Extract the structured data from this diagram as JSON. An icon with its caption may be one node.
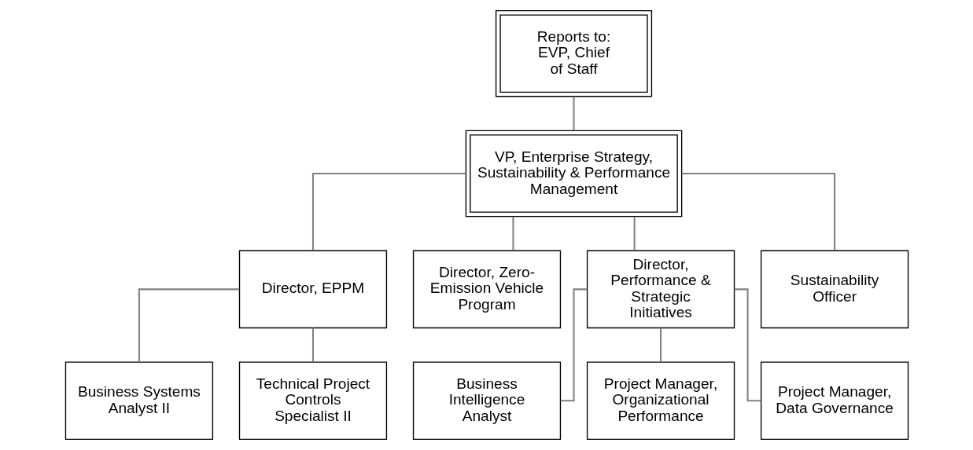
{
  "diagram": {
    "nodes": [
      {
        "text": [
          "Reports to: EVP, Chief of Staff"
        ]
      },
      {
        "text": [
          "VP, Enterprise Strategy, Sustainability & Performance Management"
        ]
      },
      {
        "text": [
          "Director, EPPM"
        ]
      },
      {
        "text": [
          "Director, Zero-Emission Vehicle Program"
        ]
      },
      {
        "text": [
          "Director, Performance & Strategic Initiatives"
        ]
      },
      {
        "text": [
          "Sustainability Officer"
        ]
      },
      {
        "text": [
          "Business Systems Analyst II"
        ]
      },
      {
        "text": [
          "Technical Project Controls Specialist II"
        ]
      },
      {
        "text": [
          "Business Intelligence Analyst"
        ]
      },
      {
        "text": [
          "Project Manager, Organizational Performance"
        ]
      },
      {
        "text": [
          "Project Manager, Data Governance"
        ]
      }
    ],
    "edges": [
      {
        "from": 0,
        "to": 1,
        "arrow": "none"
      },
      {
        "from": 1,
        "to": 2,
        "arrow": "none"
      },
      {
        "from": 1,
        "to": 3,
        "arrow": "none"
      },
      {
        "from": 1,
        "to": 4,
        "arrow": "none"
      },
      {
        "from": 1,
        "to": 5,
        "arrow": "none"
      },
      {
        "from": 2,
        "to": 6,
        "arrow": "none"
      },
      {
        "from": 2,
        "to": 7,
        "arrow": "none"
      },
      {
        "from": 4,
        "to": 8,
        "arrow": "none"
      },
      {
        "from": 4,
        "to": 9,
        "arrow": "none"
      },
      {
        "from": 4,
        "to": 10,
        "arrow": "none"
      }
    ]
  }
}
